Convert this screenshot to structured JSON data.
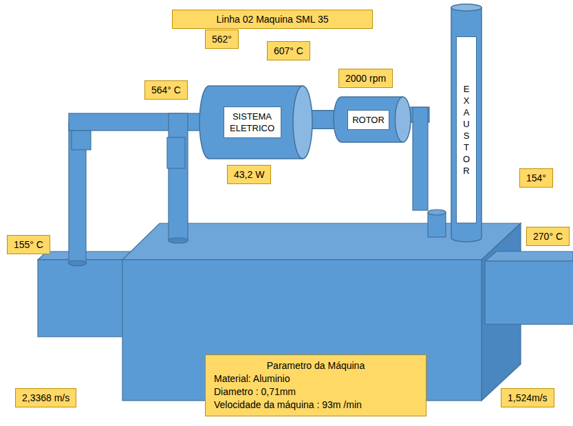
{
  "diagram": {
    "title": "Linha 02 Maquina SML 35",
    "nodes": [
      {
        "text": [
          "SISTEMA ELETRICO"
        ]
      },
      {
        "text": [
          "ROTOR"
        ]
      },
      {
        "text": [
          "EXAUSTOR"
        ]
      },
      {
        "text": [
          "Parametro da Máquina",
          "Material: Aluminio",
          "Diametro : 0,71mm",
          "Velocidade da máquina : 93m /min"
        ]
      }
    ],
    "edges": [
      {
        "from": 0,
        "to": 1,
        "arrow": "none"
      }
    ],
    "labels": [
      "562°",
      "564° C",
      "607° C",
      "2000 rpm",
      "43,2 W",
      "154°",
      "155° C",
      "270° C",
      "2,3368 m/s",
      "1,524m/s"
    ]
  }
}
